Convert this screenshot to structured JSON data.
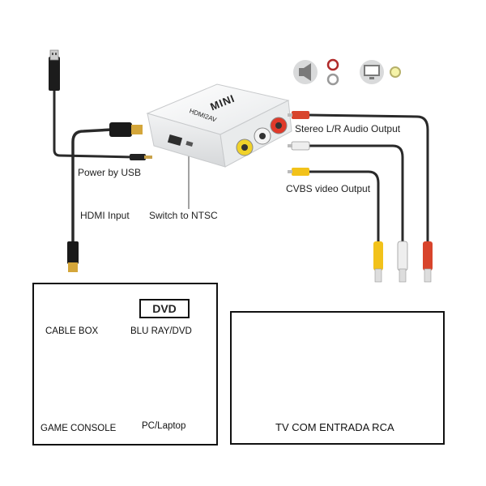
{
  "converter": {
    "brand_label": "MINI",
    "model_label": "HDMI2AV"
  },
  "labels": {
    "power": "Power by USB",
    "hdmi_input": "HDMI Input",
    "switch_ntsc": "Switch to NTSC",
    "stereo_audio": "Stereo L/R Audio Output",
    "cvbs_video": "CVBS video Output"
  },
  "top_icons": [
    "speaker-icon",
    "audio-jack-icon",
    "monitor-icon",
    "video-jack-icon"
  ],
  "sources_panel": {
    "items": [
      {
        "label": "CABLE BOX",
        "icon": "cable-box-icon"
      },
      {
        "label": "BLU RAY/DVD",
        "icon": "dvd-player-icon",
        "badge": "DVD"
      },
      {
        "label": "GAME CONSOLE",
        "icon": "game-console-icon"
      },
      {
        "label": "PC/Laptop",
        "icon": "pc-icon"
      }
    ]
  },
  "tv_panel": {
    "caption": "TV COM ENTRADA RCA"
  },
  "colors": {
    "red_plug": "#d8442c",
    "white_plug": "#eeeeee",
    "yellow_plug": "#f2c21a",
    "cable": "#2a2a2a",
    "panel_border": "#111111"
  }
}
